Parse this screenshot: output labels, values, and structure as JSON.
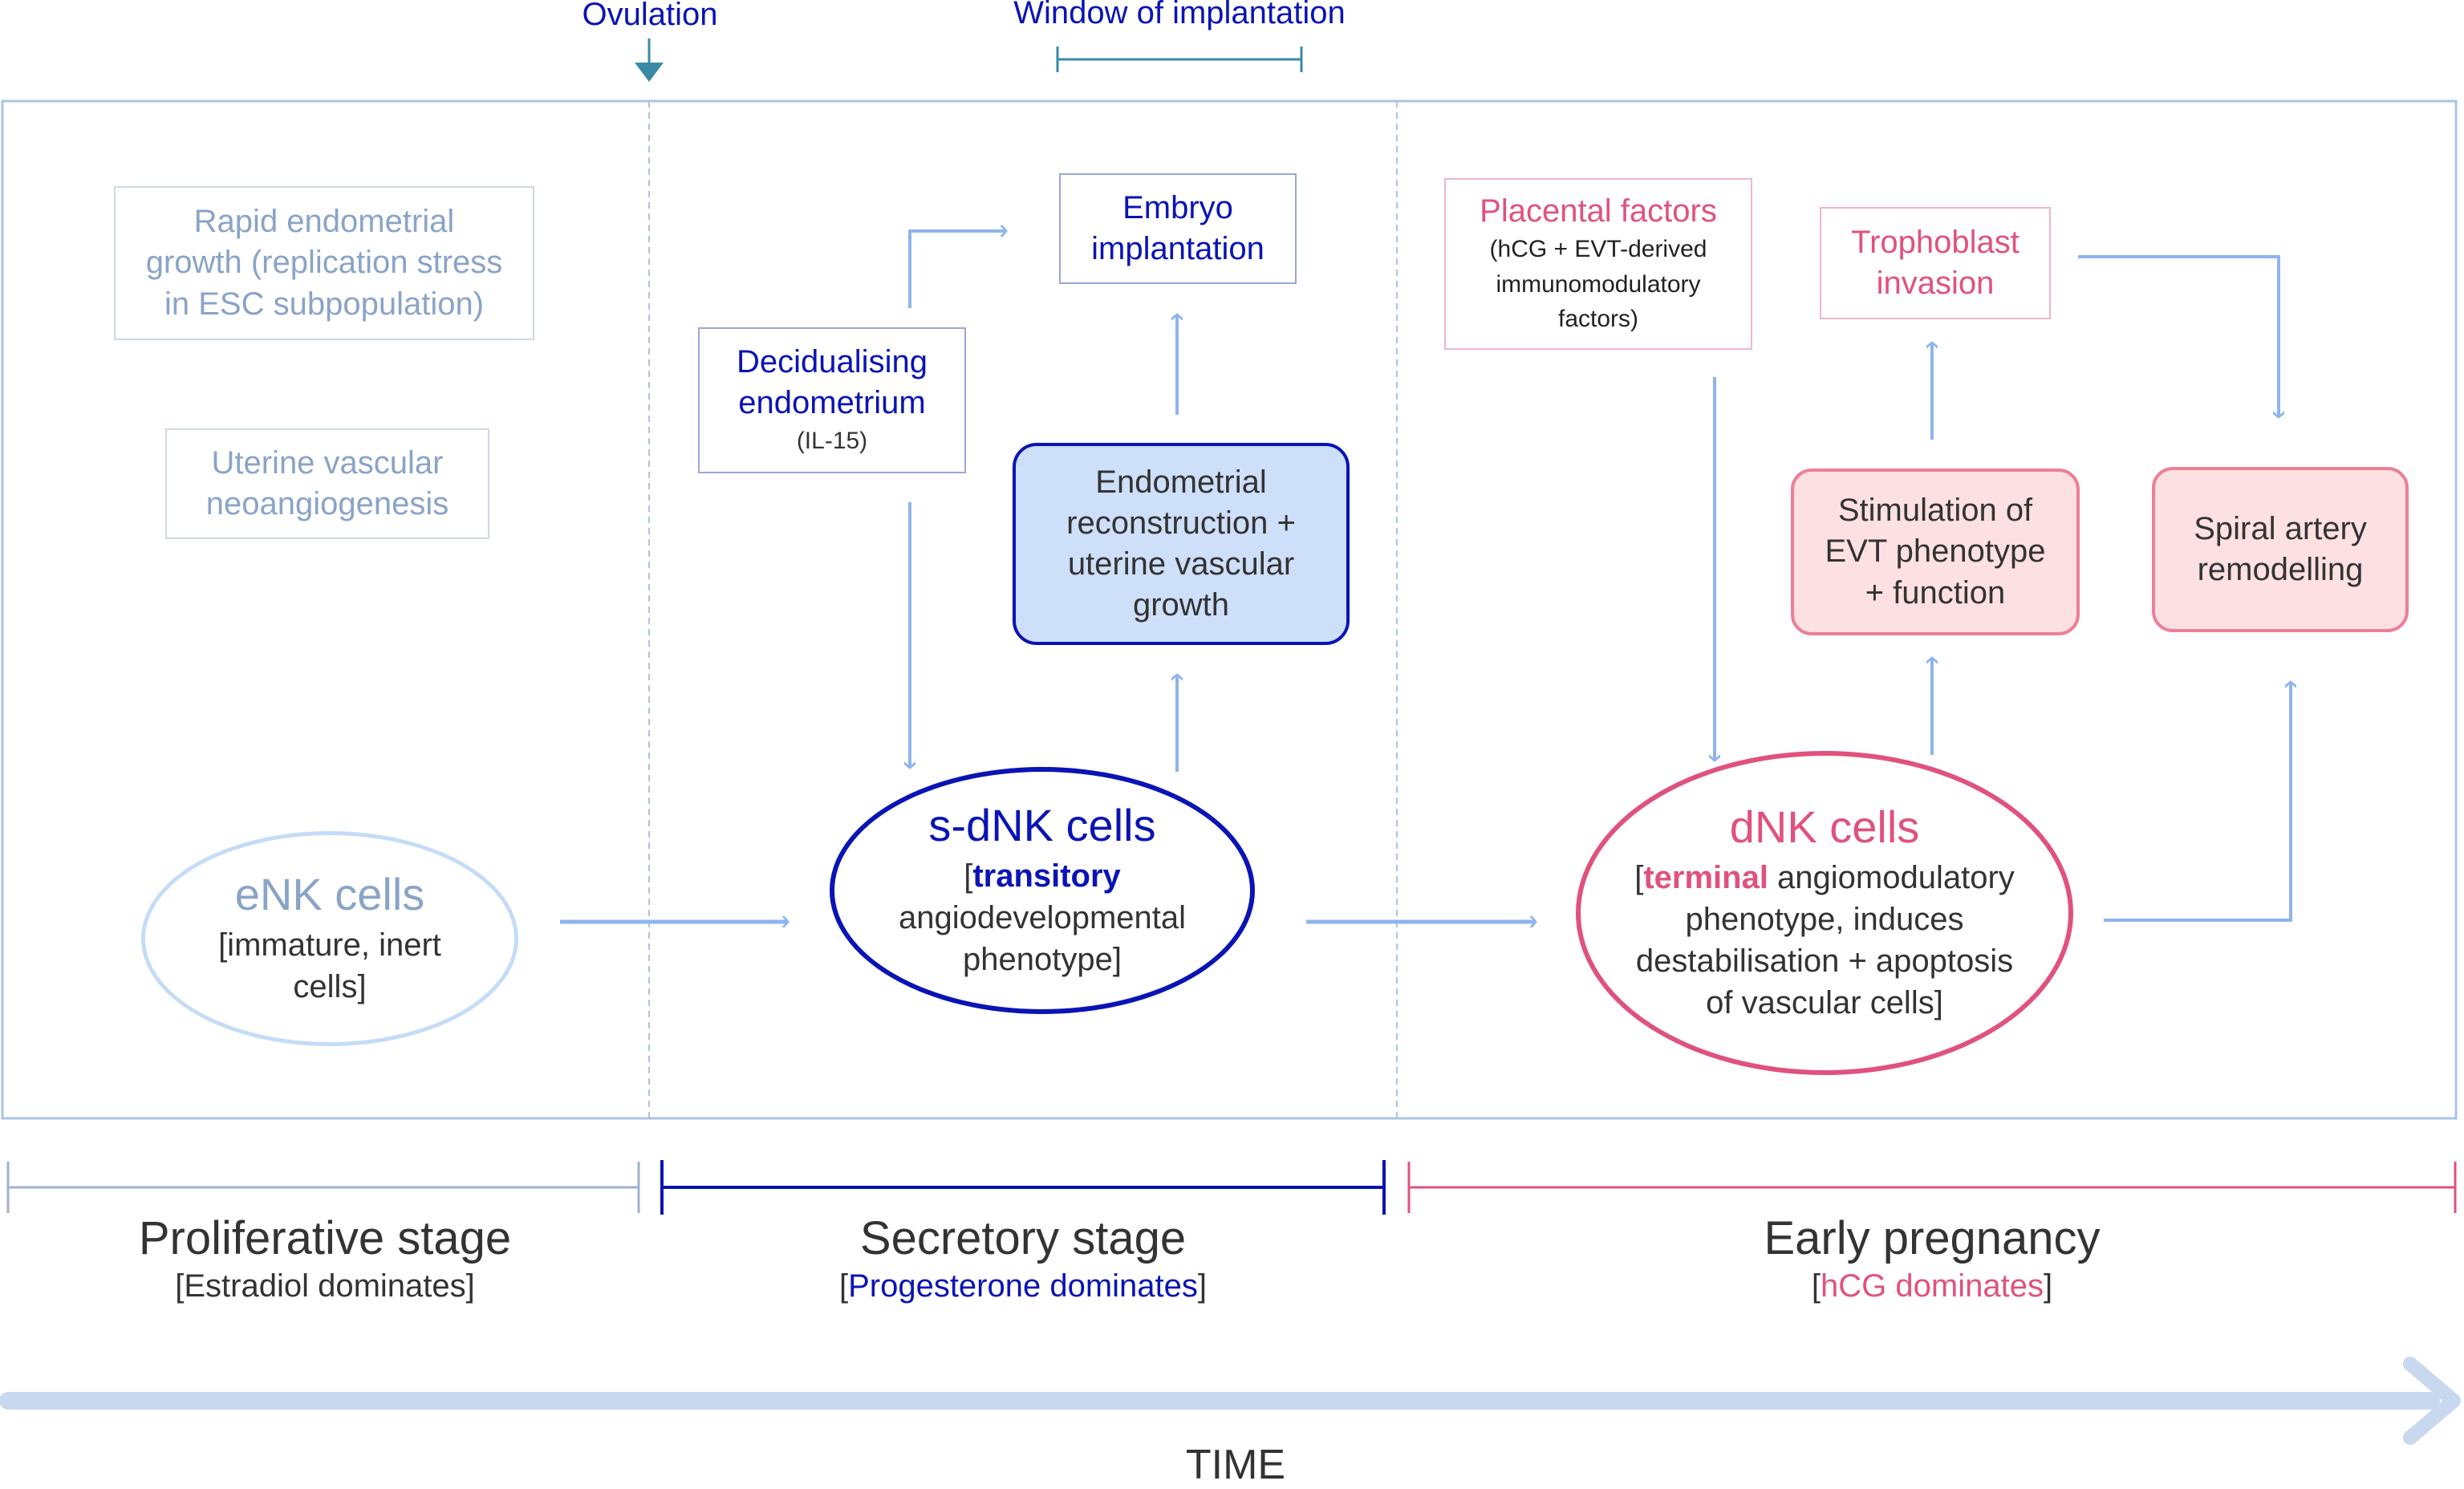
{
  "colors": {
    "panel_border": "#a9c4e6",
    "arrow": "#8fb4ef",
    "faded_text": "#8aa4c8",
    "faded_border": "#cfd8e3",
    "navy": "#0a14b4",
    "pink": "#e0527d",
    "pink_fill": "#fde0e2",
    "blue_fill": "#cddff9",
    "enk_border": "#c4dcf6",
    "timeline_grey": "#9fb2cc",
    "time_arrow": "#c8d8ef",
    "teal": "#3a8aa6",
    "dark_text": "#333333"
  },
  "top_markers": {
    "ovulation": "Ovulation",
    "window": "Window of implantation"
  },
  "proliferative": {
    "growth": [
      "Rapid endometrial",
      "growth (replication stress",
      "in ESC subpopulation)"
    ],
    "neoangio": [
      "Uterine vascular",
      "neoangiogenesis"
    ],
    "enk_title": "eNK cells",
    "enk_desc": [
      "[immature, inert",
      "cells]"
    ]
  },
  "secretory": {
    "decid_lines": [
      "Decidualising",
      "endometrium"
    ],
    "decid_sub": "(IL-15)",
    "embryo": [
      "Embryo",
      "implantation"
    ],
    "recon": [
      "Endometrial",
      "reconstruction +",
      "uterine vascular",
      "growth"
    ],
    "sdnk_title": "s-dNK cells",
    "sdnk_open": "[",
    "sdnk_keyword": "transitory",
    "sdnk_rest": [
      "angiodevelopmental",
      "phenotype]"
    ]
  },
  "pregnancy": {
    "placental_title": "Placental factors",
    "placental_sub": [
      "(hCG + EVT-derived",
      "immunomodulatory",
      "factors)"
    ],
    "troph": [
      "Trophoblast",
      "invasion"
    ],
    "evt": [
      "Stimulation of",
      "EVT phenotype",
      "+ function"
    ],
    "spiral": [
      "Spiral artery",
      "remodelling"
    ],
    "dnk_title": "dNK cells",
    "dnk_open": "[",
    "dnk_keyword": "terminal",
    "dnk_line1_rest": " angiomodulatory",
    "dnk_rest": [
      "phenotype, induces",
      "destabilisation + apoptosis",
      "of vascular cells]"
    ]
  },
  "stages": {
    "proliferative_name": "Proliferative stage",
    "proliferative_hormone": "[Estradiol dominates]",
    "secretory_name": "Secretory stage",
    "secretory_open": "[",
    "secretory_hormone": "Progesterone dominates",
    "secretory_close": "]",
    "pregnancy_name": "Early pregnancy",
    "pregnancy_open": "[",
    "pregnancy_hormone": "hCG dominates",
    "pregnancy_close": "]"
  },
  "time_label": "TIME"
}
